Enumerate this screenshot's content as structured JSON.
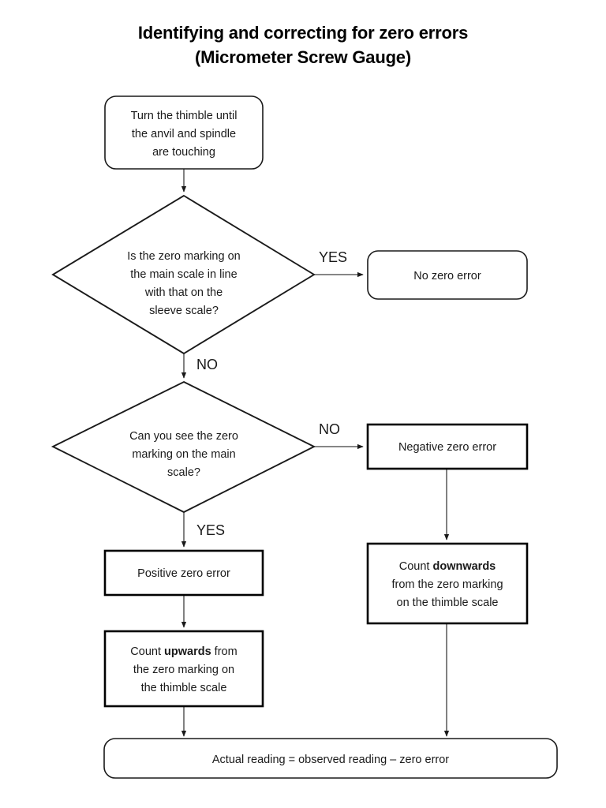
{
  "title": {
    "line1": "Identifying and correcting for zero errors",
    "line2": "(Micrometer Screw Gauge)"
  },
  "chart_data": {
    "type": "diagram",
    "diagram_kind": "flowchart",
    "title": "Identifying and correcting for zero errors (Micrometer Screw Gauge)",
    "orientation": "top-to-bottom",
    "nodes": [
      {
        "id": "start",
        "shape": "rounded-rectangle",
        "lines": [
          "Turn the thimble until",
          "the anvil and spindle",
          "are touching"
        ]
      },
      {
        "id": "decision1",
        "shape": "diamond",
        "lines": [
          "Is the zero marking on",
          "the main scale in line",
          "with that on the",
          "sleeve scale?"
        ]
      },
      {
        "id": "no-zero-error",
        "shape": "rounded-rectangle",
        "lines": [
          "No zero error"
        ]
      },
      {
        "id": "decision2",
        "shape": "diamond",
        "lines": [
          "Can you see the zero",
          "marking on the main",
          "scale?"
        ]
      },
      {
        "id": "negative-zero-error",
        "shape": "rectangle",
        "lines": [
          "Negative zero error"
        ]
      },
      {
        "id": "positive-zero-error",
        "shape": "rectangle",
        "lines": [
          "Positive zero error"
        ]
      },
      {
        "id": "count-downwards",
        "shape": "rectangle",
        "lines_rich": [
          [
            {
              "t": "Count ",
              "bold": false
            },
            {
              "t": "downwards",
              "bold": true
            }
          ],
          [
            {
              "t": "from the zero marking",
              "bold": false
            }
          ],
          [
            {
              "t": "on the thimble scale",
              "bold": false
            }
          ]
        ]
      },
      {
        "id": "count-upwards",
        "shape": "rectangle",
        "lines_rich": [
          [
            {
              "t": "Count ",
              "bold": false
            },
            {
              "t": "upwards",
              "bold": true
            },
            {
              "t": " from",
              "bold": false
            }
          ],
          [
            {
              "t": "the zero marking on",
              "bold": false
            }
          ],
          [
            {
              "t": "the thimble scale",
              "bold": false
            }
          ]
        ]
      },
      {
        "id": "result",
        "shape": "rounded-rectangle",
        "lines": [
          "Actual reading = observed reading – zero error"
        ]
      }
    ],
    "edges": [
      {
        "from": "start",
        "to": "decision1",
        "label": ""
      },
      {
        "from": "decision1",
        "to": "no-zero-error",
        "label": "YES"
      },
      {
        "from": "decision1",
        "to": "decision2",
        "label": "NO"
      },
      {
        "from": "decision2",
        "to": "negative-zero-error",
        "label": "NO"
      },
      {
        "from": "decision2",
        "to": "positive-zero-error",
        "label": "YES"
      },
      {
        "from": "negative-zero-error",
        "to": "count-downwards",
        "label": ""
      },
      {
        "from": "positive-zero-error",
        "to": "count-upwards",
        "label": ""
      },
      {
        "from": "count-upwards",
        "to": "result",
        "label": ""
      },
      {
        "from": "count-downwards",
        "to": "result",
        "label": ""
      }
    ],
    "labels": {
      "yes1": "YES",
      "no1": "NO",
      "no2": "NO",
      "yes2": "YES"
    },
    "colors": {
      "background": "#ffffff",
      "stroke": "#1a1a1a",
      "connector": "#3d3d3d",
      "text": "#1a1a1a"
    }
  },
  "nodes": {
    "start": {
      "l1": "Turn the thimble until",
      "l2": "the anvil and spindle",
      "l3": "are touching"
    },
    "decision1": {
      "l1": "Is the zero marking on",
      "l2": "the main scale in line",
      "l3": "with that on the",
      "l4": "sleeve scale?"
    },
    "no_zero_error": {
      "l1": "No zero error"
    },
    "decision2": {
      "l1": "Can you see the zero",
      "l2": "marking on the main",
      "l3": "scale?"
    },
    "negative_zero_error": {
      "l1": "Negative zero error"
    },
    "positive_zero_error": {
      "l1": "Positive zero error"
    },
    "count_downwards": {
      "l1a": "Count ",
      "l1b": "downwards",
      "l2": "from the zero marking",
      "l3": "on the thimble scale"
    },
    "count_upwards": {
      "l1a": "Count ",
      "l1b": "upwards",
      "l1c": " from",
      "l2": "the zero marking on",
      "l3": "the thimble scale"
    },
    "result": {
      "l1": "Actual reading = observed reading – zero error"
    }
  },
  "labels": {
    "yes1": "YES",
    "no1": "NO",
    "no2": "NO",
    "yes2": "YES"
  }
}
